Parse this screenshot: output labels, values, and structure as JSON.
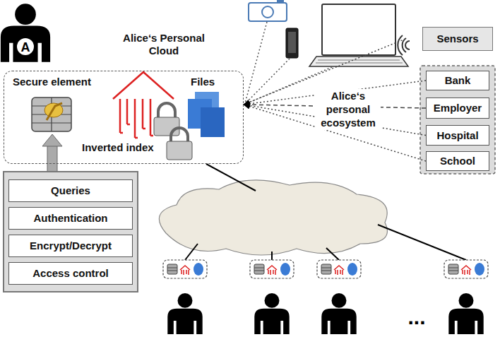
{
  "diagram": {
    "nodes": [
      {
        "text": [
          "Alice‘s Personal Cloud",
          "Secure element",
          "Files",
          "Inverted index"
        ]
      },
      {
        "text": [
          "Queries"
        ]
      },
      {
        "text": [
          "Authentication"
        ]
      },
      {
        "text": [
          "Encrypt/Decrypt"
        ]
      },
      {
        "text": [
          "Access control"
        ]
      },
      {
        "text": [
          "Sensors"
        ]
      },
      {
        "text": [
          "Bank"
        ]
      },
      {
        "text": [
          "Employer"
        ]
      },
      {
        "text": [
          "Hospital"
        ]
      },
      {
        "text": [
          "School"
        ]
      }
    ],
    "edges": [
      {
        "from": 5,
        "to": 0,
        "arrow": "to"
      },
      {
        "from": 6,
        "to": 0,
        "arrow": "to"
      },
      {
        "from": 7,
        "to": 0,
        "arrow": "to"
      },
      {
        "from": 8,
        "to": 0,
        "arrow": "to"
      },
      {
        "from": 9,
        "to": 0,
        "arrow": "to"
      }
    ],
    "labels": [
      "A",
      "Alice‘s personal ecosystem",
      "..."
    ]
  }
}
